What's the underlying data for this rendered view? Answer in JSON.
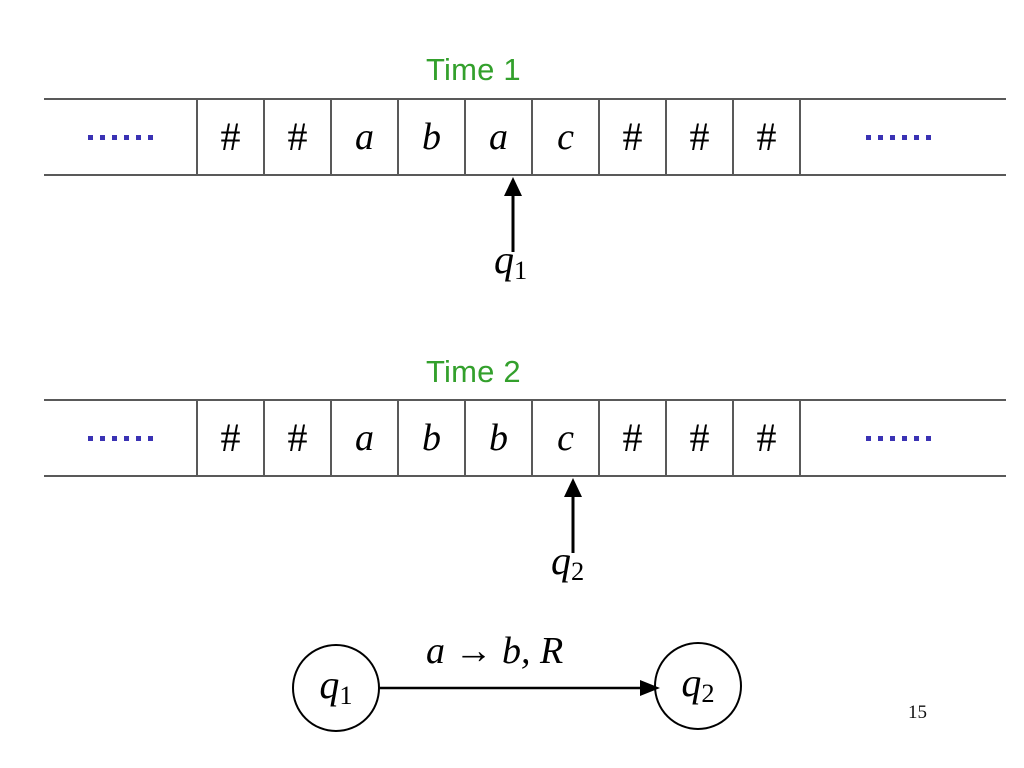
{
  "slide": {
    "page_number": "15",
    "colors": {
      "caption_green": "#33A02C",
      "dot_blue": "#3a32b4",
      "grid_gray": "#595959",
      "ink_black": "#000000"
    }
  },
  "tapes": [
    {
      "caption": "Time 1",
      "left_ellipsis": "......",
      "right_ellipsis": "......",
      "cells": [
        "#",
        "#",
        "a",
        "b",
        "a",
        "c",
        "#",
        "#",
        "#"
      ],
      "head": {
        "label": "q",
        "subscript": "1",
        "cell_index": 4,
        "pointing_at": "a"
      }
    },
    {
      "caption": "Time 2",
      "left_ellipsis": "......",
      "right_ellipsis": "......",
      "cells": [
        "#",
        "#",
        "a",
        "b",
        "b",
        "c",
        "#",
        "#",
        "#"
      ],
      "head": {
        "label": "q",
        "subscript": "2",
        "cell_index": 5,
        "pointing_at": "c"
      }
    }
  ],
  "transition_diagram": {
    "from_state": {
      "label": "q",
      "subscript": "1"
    },
    "to_state": {
      "label": "q",
      "subscript": "2"
    },
    "transition_label": "a → b, R",
    "read_symbol": "a",
    "write_symbol": "b",
    "move_direction": "R"
  }
}
